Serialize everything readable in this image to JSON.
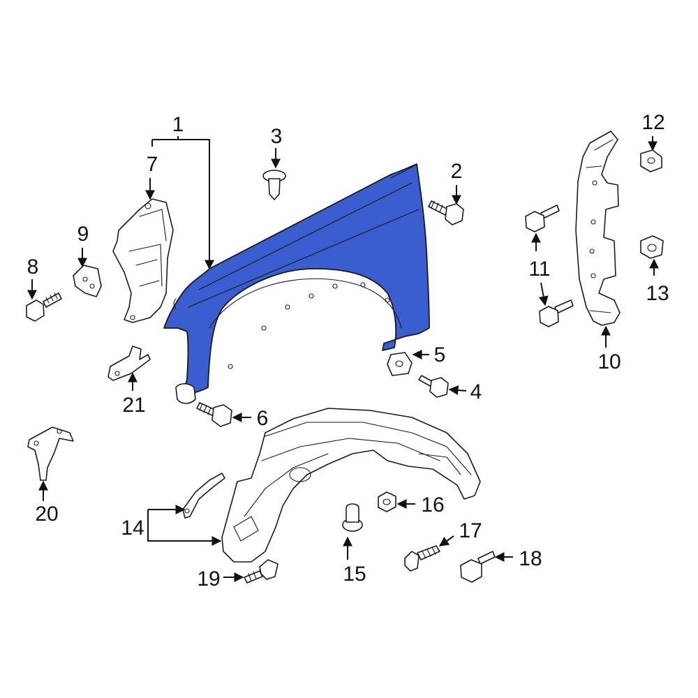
{
  "colors": {
    "highlight": "#3a5dd0",
    "line": "#1a1a1a",
    "background": "#ffffff"
  },
  "callouts": {
    "c1": "1",
    "c2": "2",
    "c3": "3",
    "c4": "4",
    "c5": "5",
    "c6": "6",
    "c7": "7",
    "c8": "8",
    "c9": "9",
    "c10": "10",
    "c11": "11",
    "c12": "12",
    "c13": "13",
    "c14": "14",
    "c15": "15",
    "c16": "16",
    "c17": "17",
    "c18": "18",
    "c19": "19",
    "c20": "20",
    "c21": "21"
  }
}
